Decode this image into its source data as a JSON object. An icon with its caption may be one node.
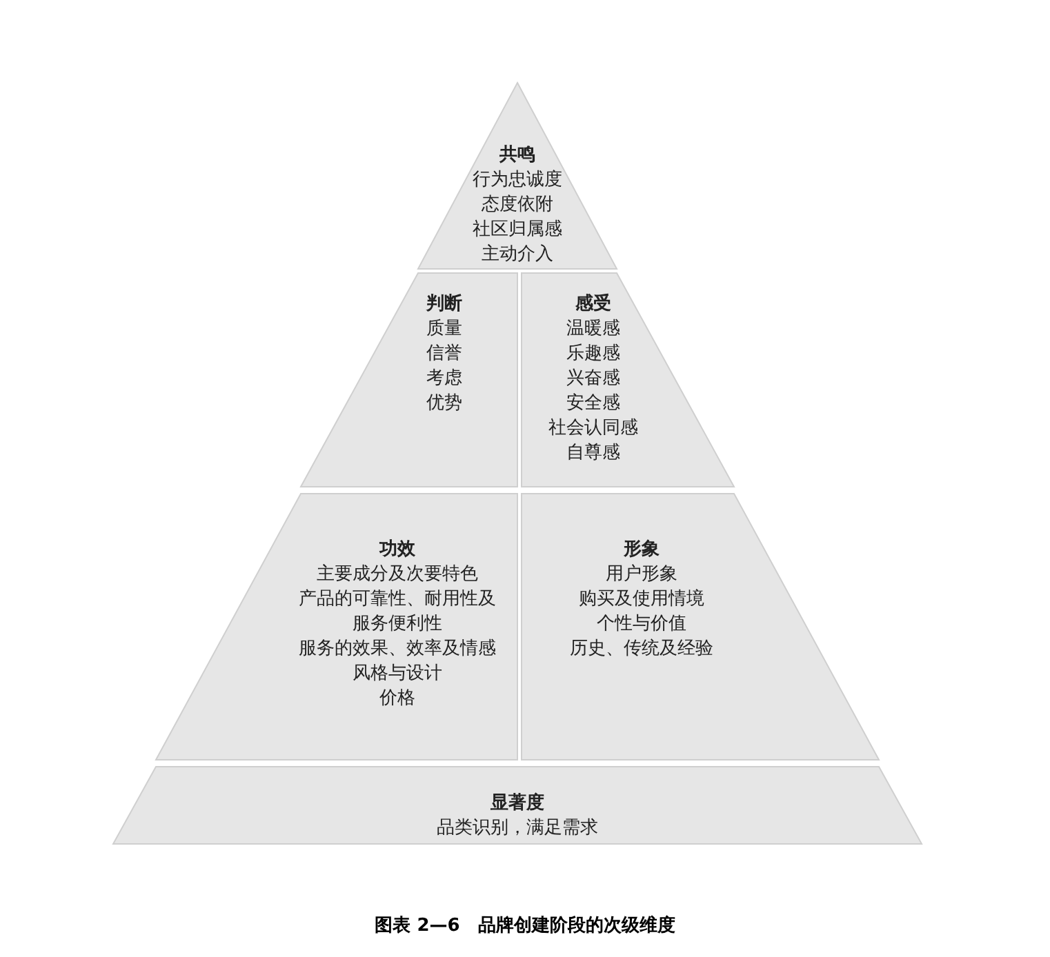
{
  "diagram": {
    "caption": "图表 2—6　品牌创建阶段的次级维度",
    "nodes": [
      {
        "text": [
          "共鸣",
          "行为忠诚度",
          "态度依附",
          "社区归属感",
          "主动介入"
        ]
      },
      {
        "text": [
          "判断",
          "质量",
          "信誉",
          "考虑",
          "优势"
        ]
      },
      {
        "text": [
          "感受",
          "温暖感",
          "乐趣感",
          "兴奋感",
          "安全感",
          "社会认同感",
          "自尊感"
        ]
      },
      {
        "text": [
          "功效",
          "主要成分及次要特色",
          "产品的可靠性、耐用性及服务便利性",
          "服务的效果、效率及情感",
          "风格与设计",
          "价格"
        ]
      },
      {
        "text": [
          "形象",
          "用户形象",
          "购买及使用情境",
          "个性与价值",
          "历史、传统及经验"
        ]
      },
      {
        "text": [
          "显著度",
          "品类识别，满足需求"
        ]
      }
    ]
  }
}
